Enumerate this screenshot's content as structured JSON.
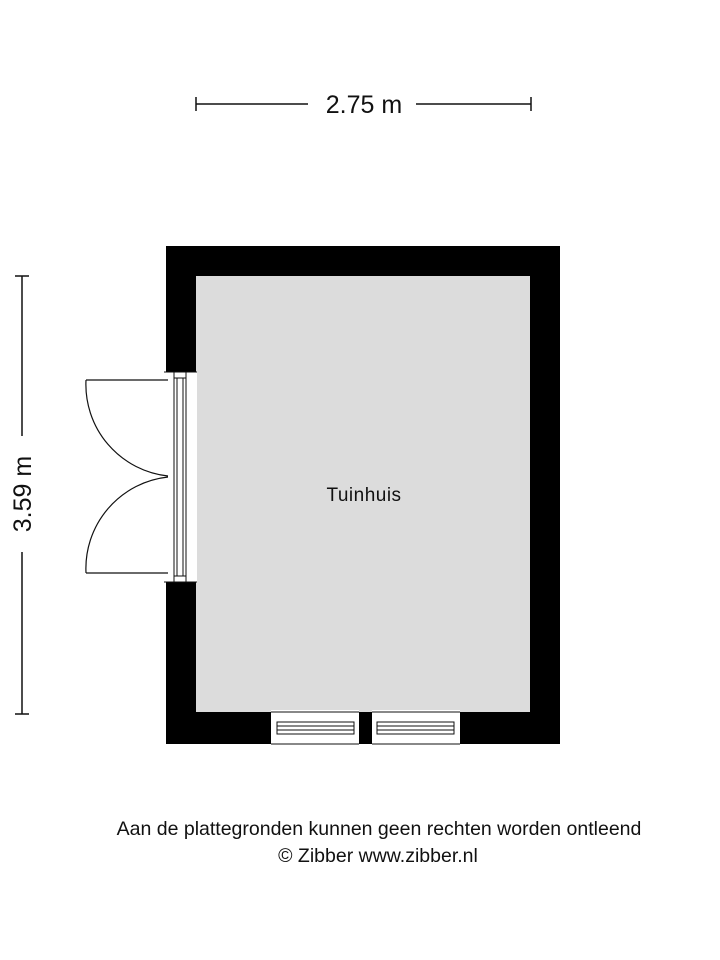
{
  "dimensions": {
    "width": "2.75 m",
    "height": "3.59 m"
  },
  "room": {
    "name": "Tuinhuis"
  },
  "footer": {
    "disclaimer": "Aan de plattegronden kunnen geen rechten worden ontleend",
    "copyright": "© Zibber www.zibber.nl"
  },
  "colors": {
    "wall": "#000000",
    "floor": "#dcdcdc",
    "line": "#111111"
  }
}
